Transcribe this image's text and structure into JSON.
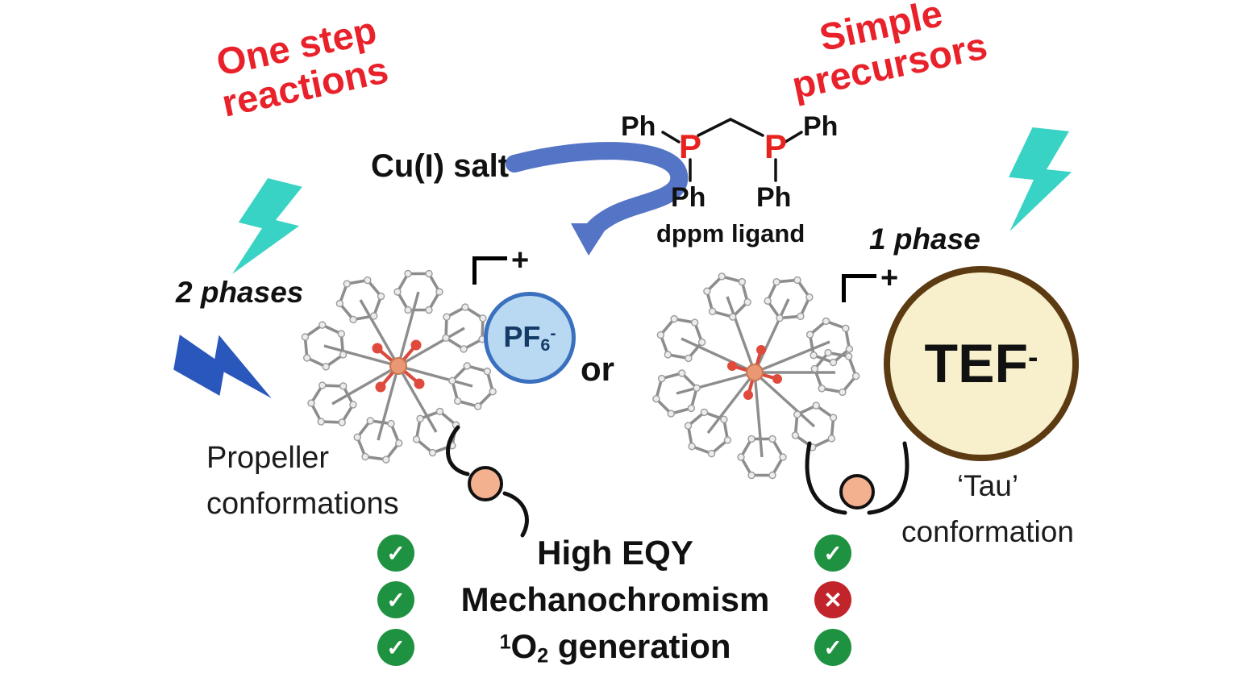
{
  "colors": {
    "red_accent": "#e8212a",
    "teal_bolt": "#38d3c4",
    "blue_bolt": "#2a57bb",
    "arrow_blue": "#5474c5",
    "pf6_fill": "#b9d9f2",
    "pf6_border": "#3a70be",
    "pf6_text": "#143a66",
    "tef_fill": "#f8f0cc",
    "tef_border": "#5c3a12",
    "green_badge": "#1f9241",
    "red_badge": "#c2242b",
    "salmon": "#f3b190",
    "p_red": "#e8231f"
  },
  "titles": {
    "one_step_line1": "One step",
    "one_step_line2": "reactions",
    "simple_line1": "Simple",
    "simple_line2": "precursors"
  },
  "reaction": {
    "cu_salt": "Cu(I) salt",
    "ph": "Ph",
    "p": "P",
    "dppm_label": "dppm ligand"
  },
  "left_complex": {
    "phases": "2 phases",
    "charge": "+",
    "counterion_base": "PF",
    "counterion_sub": "6",
    "counterion_sup": "-",
    "caption_line1": "Propeller",
    "caption_line2": "conformations"
  },
  "right_complex": {
    "phases": "1 phase",
    "charge": "+",
    "counterion_base": "TEF",
    "counterion_sup": "-",
    "caption_line1": "‘Tau’",
    "caption_line2": "conformation"
  },
  "middle": {
    "or_label": "or"
  },
  "checklist": {
    "check_glyph": "✓",
    "cross_glyph": "✕",
    "rows": [
      {
        "label": "High EQY",
        "left": "check",
        "right": "check"
      },
      {
        "label": "Mechanochromism",
        "left": "check",
        "right": "cross"
      },
      {
        "label_sup": "1",
        "label_base": "O",
        "label_sub": "2",
        "label_rest": " generation",
        "left": "check",
        "right": "check"
      }
    ]
  }
}
